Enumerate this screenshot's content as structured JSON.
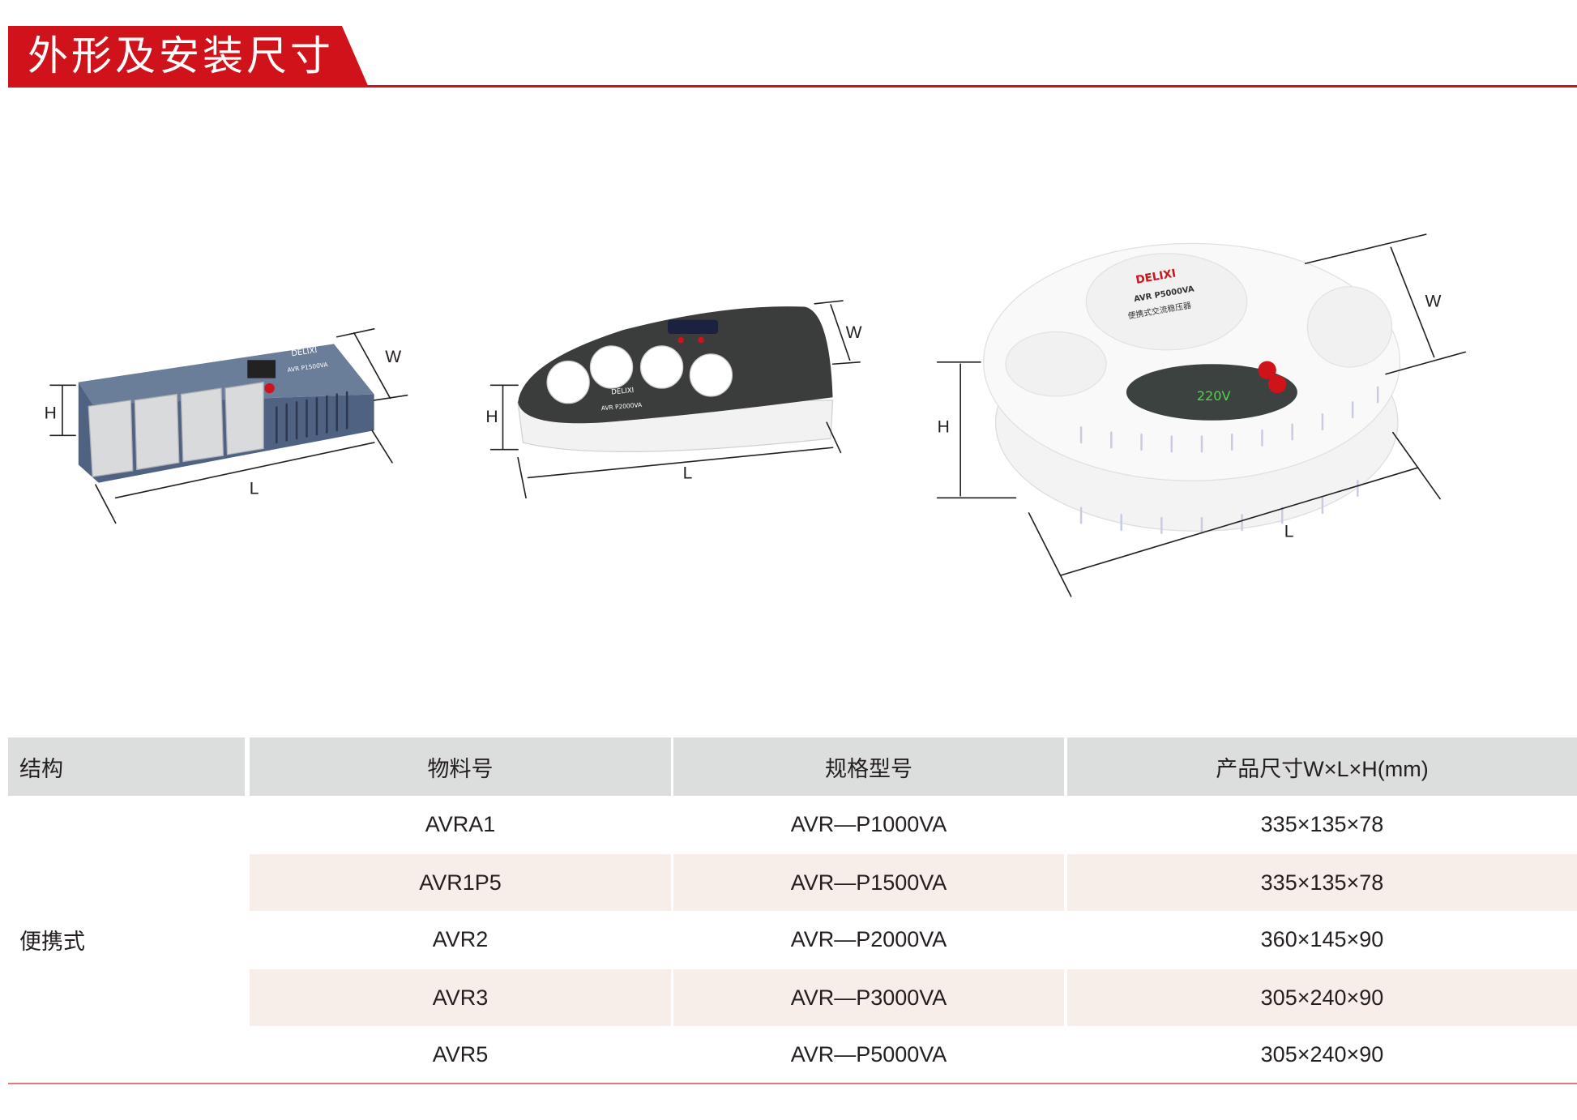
{
  "section_title": "外形及安装尺寸",
  "illustrations": [
    {
      "brand": "DELIXI",
      "model": "AVR P1500VA",
      "labels": {
        "w": "W",
        "h": "H",
        "l": "L"
      }
    },
    {
      "brand": "DELIXI",
      "model": "AVR P2000VA",
      "labels": {
        "w": "W",
        "h": "H",
        "l": "L"
      }
    },
    {
      "brand": "DELIXI",
      "model": "AVR P5000VA",
      "subtitle": "便携式交流稳压器",
      "display": "220V",
      "labels": {
        "w": "W",
        "h": "H",
        "l": "L"
      }
    }
  ],
  "table": {
    "headers": [
      "结构",
      "物料号",
      "规格型号",
      "产品尺寸W×L×H(mm)"
    ],
    "group_label": "便携式",
    "rows": [
      {
        "material": "AVRA1",
        "model": "AVR—P1000VA",
        "size": "335×135×78"
      },
      {
        "material": "AVR1P5",
        "model": "AVR—P1500VA",
        "size": "335×135×78"
      },
      {
        "material": "AVR2",
        "model": "AVR—P2000VA",
        "size": "360×145×90"
      },
      {
        "material": "AVR3",
        "model": "AVR—P3000VA",
        "size": "305×240×90"
      },
      {
        "material": "AVR5",
        "model": "AVR—P5000VA",
        "size": "305×240×90"
      }
    ]
  }
}
